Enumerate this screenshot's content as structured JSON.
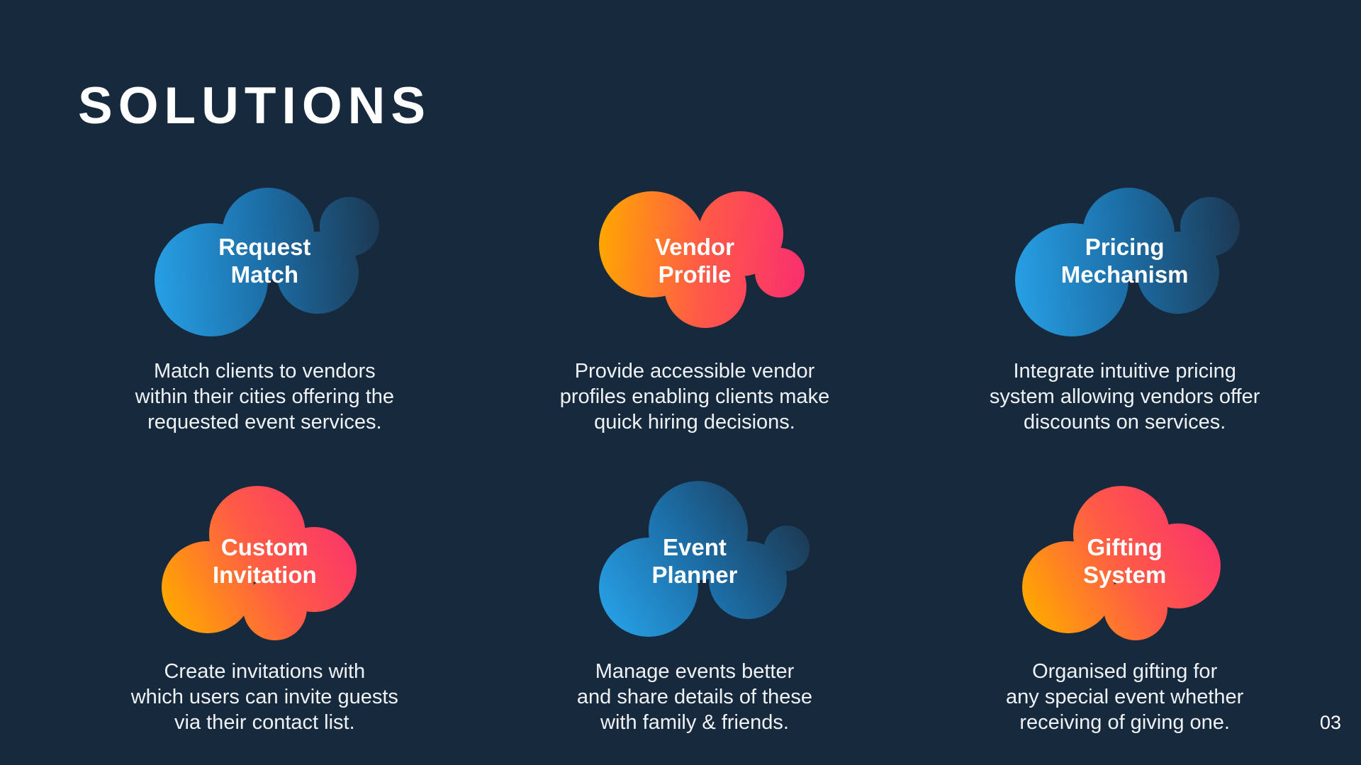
{
  "slide": {
    "title": "SOLUTIONS",
    "page_number": "03"
  },
  "colors": {
    "background": "#17293C",
    "text": "#FFFFFF",
    "blue_bright": "#27A0E6",
    "blue_mid": "#1C6CA4",
    "blue_dark": "#1C3750",
    "warm_orange": "#FFA800",
    "warm_red": "#FF5A47",
    "warm_pink": "#F92E70"
  },
  "cards": [
    {
      "label_lines": [
        "Request",
        "Match"
      ],
      "blob_style": "blue",
      "description_lines": [
        "Match clients to vendors",
        "within their cities offering the",
        "requested event services."
      ]
    },
    {
      "label_lines": [
        "Vendor",
        "Profile"
      ],
      "blob_style": "warm",
      "description_lines": [
        "Provide accessible vendor",
        "profiles enabling clients make",
        "quick hiring decisions."
      ]
    },
    {
      "label_lines": [
        "Pricing",
        "Mechanism"
      ],
      "blob_style": "blue",
      "description_lines": [
        "Integrate intuitive pricing",
        "system allowing vendors offer",
        "discounts on services."
      ]
    },
    {
      "label_lines": [
        "Custom",
        "Invitation"
      ],
      "blob_style": "warm",
      "description_lines": [
        "Create invitations with",
        "which users can invite guests",
        "via their contact list."
      ]
    },
    {
      "label_lines": [
        "Event",
        "Planner"
      ],
      "blob_style": "blue",
      "description_lines": [
        "Manage events better",
        "and share details of these",
        "with family & friends."
      ]
    },
    {
      "label_lines": [
        "Gifting",
        "System"
      ],
      "blob_style": "warm",
      "description_lines": [
        "Organised gifting for",
        "any special event whether",
        "receiving of giving one."
      ]
    }
  ]
}
